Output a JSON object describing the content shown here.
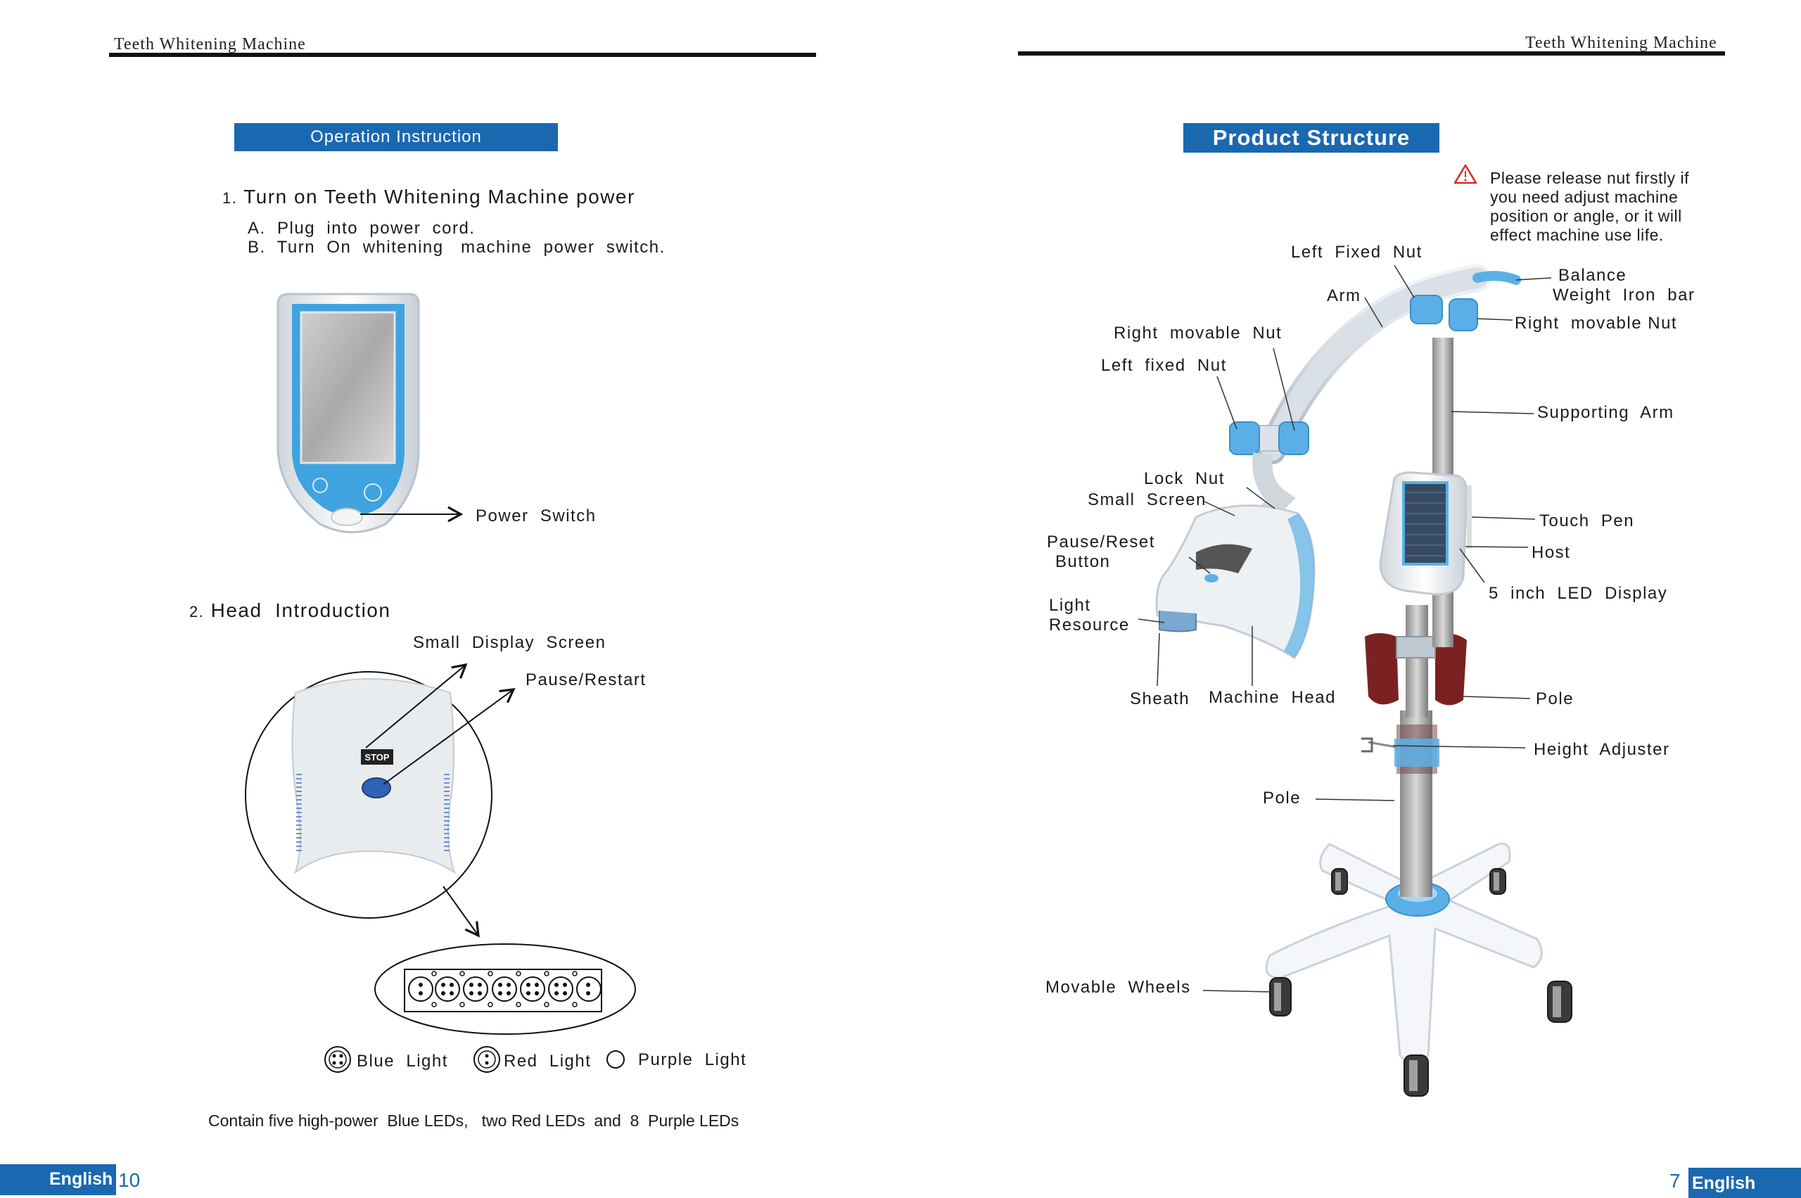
{
  "left_page": {
    "header": "Teeth  Whitening  Machine",
    "section_title": "Operation  Instruction",
    "step1": {
      "number": "1.",
      "title": "Turn  on  Teeth  Whitening  Machine  power",
      "a": "A.  Plug  into  power  cord.",
      "b": "B.  Turn  On  whitening   machine  power  switch."
    },
    "power_switch_label": "Power  Switch",
    "step2": {
      "number": "2.",
      "title": "Head  Introduction"
    },
    "small_display_label": "Small  Display  Screen",
    "pause_restart_label": "Pause/Restart",
    "stop_text": "STOP",
    "legend": {
      "blue": "Blue  Light",
      "red": "Red  Light",
      "purple": "Purple  Light"
    },
    "footnote": "Contain five high-power  Blue LEDs,   two Red LEDs  and  8  Purple LEDs",
    "footer_lang": "English",
    "page_number": "10"
  },
  "right_page": {
    "header": "Teeth  Whitening  Machine",
    "section_title": "Product Structure",
    "warning_lines": [
      "Please release nut firstly if",
      "you need adjust machine",
      "position or angle, or it will",
      "effect machine use life."
    ],
    "labels": {
      "left_fixed_nut": "Left  Fixed  Nut",
      "balance_1": "Balance",
      "balance_2": "Weight  Iron  bar",
      "arm": "Arm",
      "right_movable_nut_r": "Right  movable Nut",
      "right_movable_nut_l": "Right  movable  Nut",
      "left_fixed_nut_l": "Left  fixed  Nut",
      "supporting_arm": "Supporting  Arm",
      "lock_nut": "Lock  Nut",
      "small_screen": "Small  Screen",
      "touch_pen": "Touch  Pen",
      "pause_reset_1": "Pause/Reset",
      "pause_reset_2": "Button",
      "host": "Host",
      "led_display": "5  inch  LED  Display",
      "light_1": "Light",
      "light_2": "Resource",
      "sheath": "Sheath",
      "machine_head": "Machine  Head",
      "pole_r": "Pole",
      "height_adjuster": "Height  Adjuster",
      "pole_l": "Pole",
      "movable_wheels": "Movable  Wheels"
    },
    "footer_lang": "English",
    "page_number": "7"
  },
  "colors": {
    "brand_blue": "#1a68b0",
    "accent_blue": "#4aa6df",
    "warning_red": "#d42a2a"
  }
}
